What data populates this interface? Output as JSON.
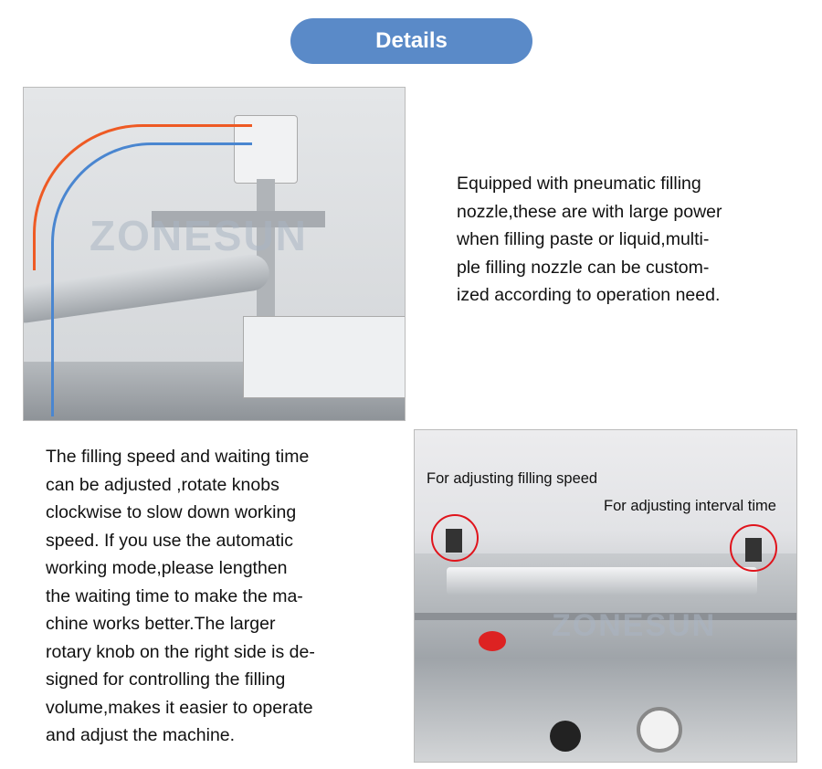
{
  "header": {
    "title": "Details"
  },
  "section1": {
    "lines": [
      "Equipped with pneumatic filling",
      "nozzle,these are with large power",
      "when filling paste or liquid,multi-",
      "ple filling nozzle can be custom-",
      "ized according to operation need."
    ],
    "watermark": "ZONESUN"
  },
  "section2": {
    "lines": [
      "The filling speed and waiting time",
      "can be adjusted ,rotate knobs",
      "clockwise to slow down working",
      "speed. If you use the automatic",
      "working mode,please lengthen",
      "the waiting time to make the ma-",
      "chine works better.The larger",
      "rotary knob on the right side is de-",
      "signed for controlling  the filling",
      "volume,makes it easier to operate",
      "and adjust the machine."
    ],
    "callouts": {
      "speed": "For adjusting filling speed",
      "interval": "For adjusting interval time"
    },
    "watermark": "ZONESUN",
    "highlight_color": "#e0141c"
  },
  "colors": {
    "header_bg": "#5a8ac8"
  }
}
